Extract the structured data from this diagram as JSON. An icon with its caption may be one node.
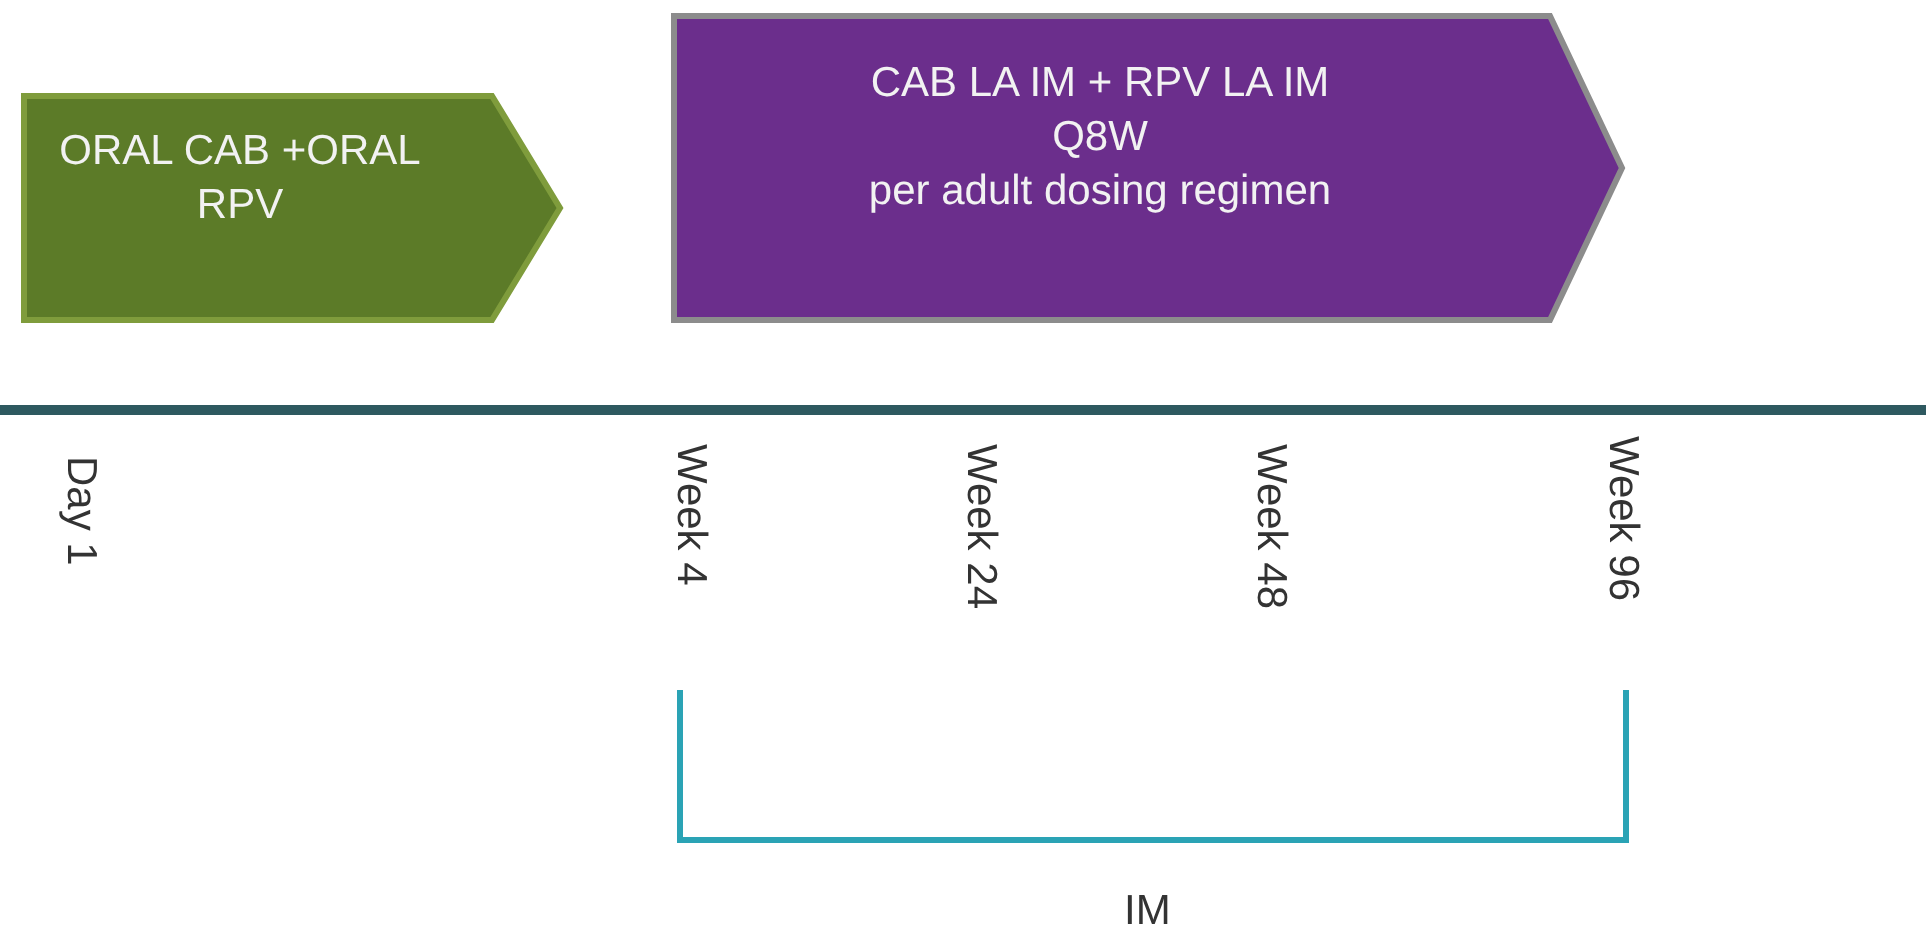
{
  "diagram": {
    "nodes": [
      {
        "text": [
          "ORAL CAB +ORAL RPV"
        ]
      },
      {
        "text": [
          "CAB LA IM + RPV LA IM",
          "Q8W",
          "per adult dosing regimen"
        ]
      }
    ],
    "labels": [
      "Day 1",
      "Week 4",
      "Week 24",
      "Week 48",
      "Week 96",
      "IM"
    ]
  }
}
